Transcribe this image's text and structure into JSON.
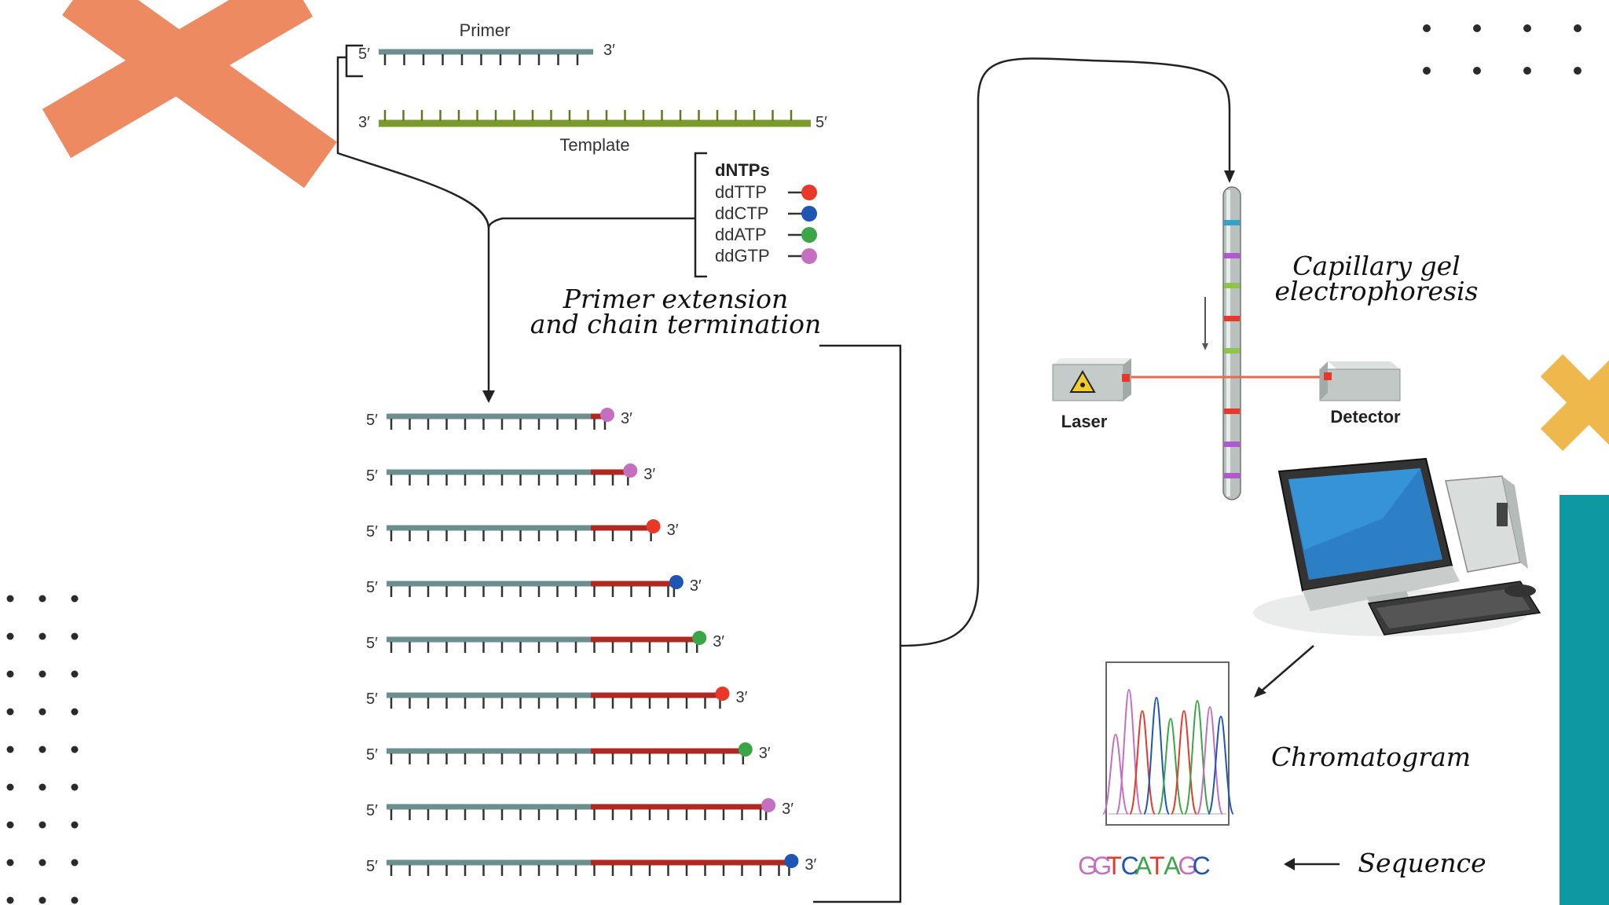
{
  "primer": {
    "label": "Primer",
    "five": "5′",
    "three": "3′"
  },
  "template": {
    "label": "Template",
    "three": "3′",
    "five": "5′"
  },
  "dntps": {
    "title": "dNTPs",
    "items": [
      {
        "label": "ddTTP",
        "color": "#e8382a"
      },
      {
        "label": "ddCTP",
        "color": "#1f56b3"
      },
      {
        "label": "ddATP",
        "color": "#3aa647"
      },
      {
        "label": "ddGTP",
        "color": "#c46fc0"
      }
    ]
  },
  "step_label": {
    "line1": "Primer extension",
    "line2": "and chain termination"
  },
  "fragments": {
    "five": "5′",
    "three": "3′",
    "end_colors": [
      "#c46fc0",
      "#c46fc0",
      "#e8382a",
      "#1f56b3",
      "#3aa647",
      "#e8382a",
      "#3aa647",
      "#c46fc0",
      "#1f56b3"
    ]
  },
  "electrophoresis": {
    "line1": "Capillary gel",
    "line2": "electrophoresis",
    "laser": "Laser",
    "detector": "Detector",
    "band_colors": [
      "#3aa0c8",
      "#b15ad0",
      "#8fc44a",
      "#e8382a",
      "#8fc44a",
      "#e8382a",
      "#b15ad0",
      "#b15ad0"
    ]
  },
  "chromatogram": {
    "label": "Chromatogram"
  },
  "sequence": {
    "label": "Sequence",
    "bases": [
      {
        "base": "G",
        "color": "#c46fc0"
      },
      {
        "base": "G",
        "color": "#c46fc0"
      },
      {
        "base": "T",
        "color": "#e8382a"
      },
      {
        "base": "C",
        "color": "#1f56b3"
      },
      {
        "base": "A",
        "color": "#3aa647"
      },
      {
        "base": "T",
        "color": "#e8382a"
      },
      {
        "base": "A",
        "color": "#3aa647"
      },
      {
        "base": "G",
        "color": "#c46fc0"
      },
      {
        "base": "C",
        "color": "#1f56b3"
      }
    ]
  },
  "decor": {
    "x_orange": "#ee8a62",
    "x_yellow": "#efb84d",
    "teal": "#0e98a1",
    "dots": "#2b2b2b"
  }
}
